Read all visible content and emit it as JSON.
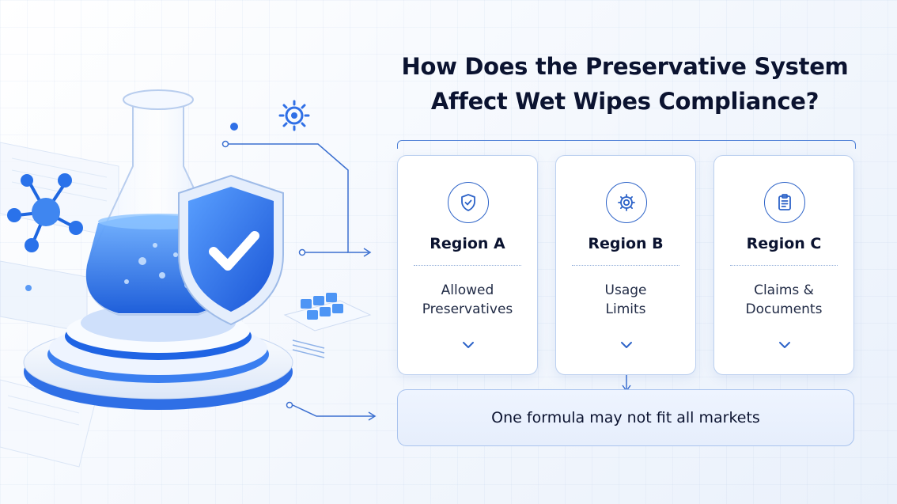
{
  "title": {
    "line1": "How Does the Preservative System",
    "line2": "Affect Wet Wipes Compliance?"
  },
  "cards": [
    {
      "region": "Region A",
      "desc_line1": "Allowed",
      "desc_line2": "Preservatives",
      "icon": "shield-check-icon"
    },
    {
      "region": "Region B",
      "desc_line1": "Usage",
      "desc_line2": "Limits",
      "icon": "gear-icon"
    },
    {
      "region": "Region C",
      "desc_line1": "Claims &",
      "desc_line2": "Documents",
      "icon": "clipboard-icon"
    }
  ],
  "banner": {
    "text": "One formula may not fit all markets"
  },
  "colors": {
    "accent": "#2d63c8",
    "liquid": "#1f6ee8",
    "card_border": "#bcd0ef",
    "banner_bg": "#e6eefc"
  }
}
